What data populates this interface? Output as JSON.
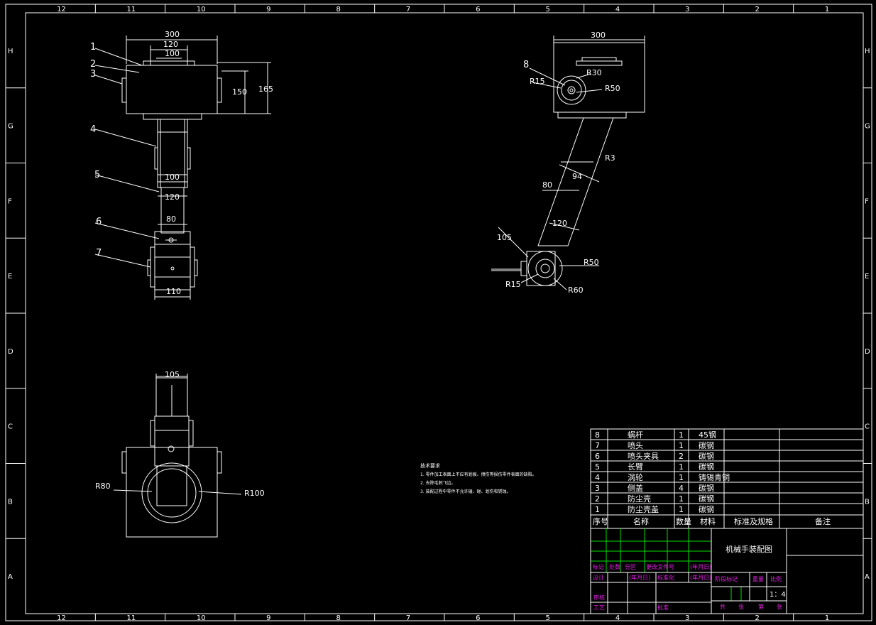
{
  "border": {
    "columns": [
      "12",
      "11",
      "10",
      "9",
      "8",
      "7",
      "6",
      "5",
      "4",
      "3",
      "2",
      "1"
    ],
    "rows": [
      "H",
      "G",
      "F",
      "E",
      "D",
      "C",
      "B",
      "A"
    ]
  },
  "front_view": {
    "part_labels": [
      "1",
      "2",
      "3",
      "4",
      "5",
      "6",
      "7"
    ],
    "dims": {
      "d300": "300",
      "d120": "120",
      "d100": "100",
      "d150": "150",
      "d165": "165",
      "d100b": "100",
      "d120b": "120",
      "d80": "80",
      "d110": "110"
    }
  },
  "side_view": {
    "part_label": "8",
    "dims": {
      "d300": "300",
      "r30": "R30",
      "r15": "R15",
      "r50": "R50",
      "r3": "R3",
      "d94": "94",
      "d80": "80",
      "d120": "120",
      "d105": "105",
      "r50b": "R50",
      "r15b": "R15",
      "r60": "R60"
    }
  },
  "top_view": {
    "dims": {
      "d105": "105",
      "r80": "R80",
      "r100": "R100"
    }
  },
  "notes": {
    "title": "技术要求",
    "lines": [
      "1. 零件加工表面上不应有划痕、擦伤等损伤零件表面的缺陷。",
      "2. 去除毛刺飞边。",
      "3. 装配过程中零件不允许磕、碰、划伤和锈蚀。"
    ]
  },
  "bom": {
    "rows": [
      {
        "no": "8",
        "name": "蜗杆",
        "qty": "1",
        "material": "45钢"
      },
      {
        "no": "7",
        "name": "喷头",
        "qty": "1",
        "material": "碳钢"
      },
      {
        "no": "6",
        "name": "喷头夹具",
        "qty": "2",
        "material": "碳钢"
      },
      {
        "no": "5",
        "name": "长臂",
        "qty": "1",
        "material": "碳钢"
      },
      {
        "no": "4",
        "name": "涡轮",
        "qty": "1",
        "material": "铸锡青铜"
      },
      {
        "no": "3",
        "name": "侧盖",
        "qty": "4",
        "material": "碳钢"
      },
      {
        "no": "2",
        "name": "防尘壳",
        "qty": "1",
        "material": "碳钢"
      },
      {
        "no": "1",
        "name": "防尘壳盖",
        "qty": "1",
        "material": "碳钢"
      }
    ],
    "header": {
      "no": "序号",
      "name": "名称",
      "qty": "数量",
      "material": "材料",
      "spec": "标准及规格",
      "remark": "备注"
    }
  },
  "title_block": {
    "drawing_title": "机械手装配图",
    "scale": "1：4",
    "sign_row_labels": [
      "标记",
      "处数",
      "分区",
      "更改文件号",
      "(年月日)"
    ],
    "design_label": "设计",
    "design_date": "(年月日)",
    "standard_label": "标准化",
    "std_date": "(年月日)",
    "stage_label": "阶段标记",
    "weight_label": "重量",
    "scale_label": "比例",
    "review_label": "审核",
    "process_label": "工艺",
    "approve_label": "批准",
    "sheets": [
      "共",
      "张",
      "第",
      "张"
    ]
  }
}
